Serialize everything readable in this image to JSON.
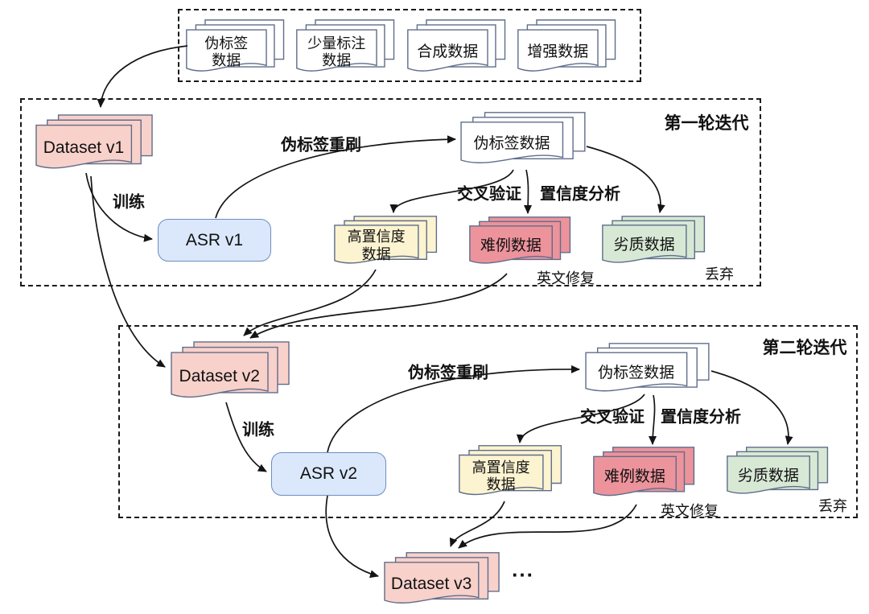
{
  "colors": {
    "pink": "#f8d1cb",
    "yellow": "#fcf3d0",
    "red": "#ec939c",
    "green": "#d7e8d5",
    "white": "#ffffff",
    "blue_fill": "#dbe8fb",
    "blue_stroke": "#6c8ebf",
    "doc_stroke": "#5f6d8a",
    "arrow": "#141414"
  },
  "top_box": {
    "items": [
      {
        "lines": [
          "伪标签",
          "数据"
        ]
      },
      {
        "lines": [
          "少量标注",
          "数据"
        ]
      },
      {
        "lines": [
          "合成数据"
        ]
      },
      {
        "lines": [
          "增强数据"
        ]
      }
    ]
  },
  "iteration1": {
    "title": "第一轮迭代",
    "nodes": {
      "dataset": {
        "label": "Dataset v1"
      },
      "asr": {
        "label": "ASR v1"
      },
      "pseudo": {
        "label": "伪标签数据"
      },
      "high_conf": {
        "lines": [
          "高置信度",
          "数据"
        ]
      },
      "hard": {
        "label": "难例数据"
      },
      "low_quality": {
        "label": "劣质数据"
      }
    },
    "edge_labels": {
      "train": "训练",
      "relabel": "伪标签重刷",
      "cross_validation": "交叉验证",
      "confidence_analysis": "置信度分析",
      "english_fix": "英文修复",
      "discard": "丢弃"
    }
  },
  "iteration2": {
    "title": "第二轮迭代",
    "nodes": {
      "dataset": {
        "label": "Dataset v2"
      },
      "asr": {
        "label": "ASR v2"
      },
      "pseudo": {
        "label": "伪标签数据"
      },
      "high_conf": {
        "lines": [
          "高置信度",
          "数据"
        ]
      },
      "hard": {
        "label": "难例数据"
      },
      "low_quality": {
        "label": "劣质数据"
      }
    },
    "edge_labels": {
      "train": "训练",
      "relabel": "伪标签重刷",
      "cross_validation": "交叉验证",
      "confidence_analysis": "置信度分析",
      "english_fix": "英文修复",
      "discard": "丢弃"
    }
  },
  "footer": {
    "dataset": {
      "label": "Dataset v3"
    },
    "ellipsis": "..."
  }
}
